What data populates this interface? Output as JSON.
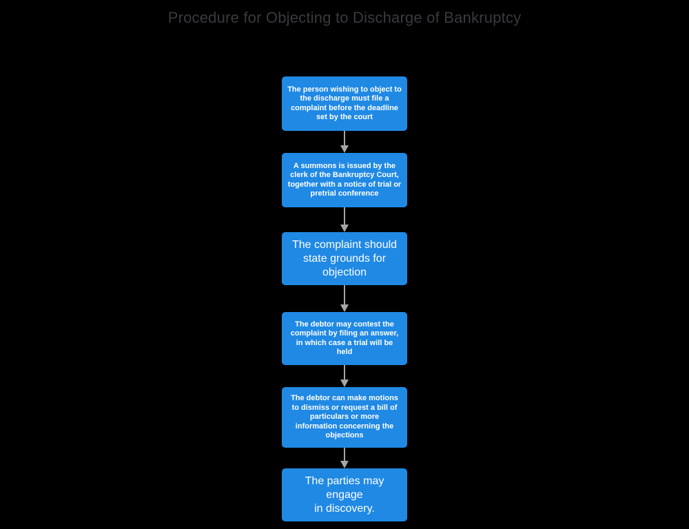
{
  "title": "Procedure for Objecting to Discharge of Bankruptcy",
  "theme": {
    "background": "#000000",
    "node_fill": "#2089e4",
    "node_text": "#ffffff",
    "title_color": "#3a3a3f",
    "connector_color": "#a6a6a6"
  },
  "flow": {
    "nodes": [
      {
        "id": "file-complaint",
        "text": "The person wishing to object to\nthe discharge must file a\ncomplaint before the deadline\nset by the court",
        "text_size": "small",
        "height": 79
      },
      {
        "id": "summons-issued",
        "text": "A summons is issued by the\nclerk of the Bankruptcy Court,\ntogether with a notice of trial or\npretrial conference",
        "text_size": "small",
        "height": 79
      },
      {
        "id": "state-grounds",
        "text": "The complaint should\nstate grounds for\nobjection",
        "text_size": "large",
        "height": 77
      },
      {
        "id": "debtor-contest",
        "text": "The debtor may contest the\ncomplaint by filing an answer,\nin which case a trial will be held",
        "text_size": "small",
        "height": 77
      },
      {
        "id": "debtor-motions",
        "text": "The debtor can make motions\nto dismiss or request a bill of\nparticulars or more\ninformation concerning the\nobjections",
        "text_size": "small",
        "height": 88
      },
      {
        "id": "discovery",
        "text": "The parties may engage\nin discovery.",
        "text_size": "large",
        "height": 77
      }
    ],
    "connectors": [
      {
        "id": "arrow-1",
        "from": "file-complaint",
        "to": "summons-issued",
        "gap": 32
      },
      {
        "id": "arrow-2",
        "from": "summons-issued",
        "to": "state-grounds",
        "gap": 36
      },
      {
        "id": "arrow-3",
        "from": "state-grounds",
        "to": "debtor-contest",
        "gap": 39
      },
      {
        "id": "arrow-4",
        "from": "debtor-contest",
        "to": "debtor-motions",
        "gap": 32
      },
      {
        "id": "arrow-5",
        "from": "debtor-motions",
        "to": "discovery",
        "gap": 30
      }
    ]
  }
}
